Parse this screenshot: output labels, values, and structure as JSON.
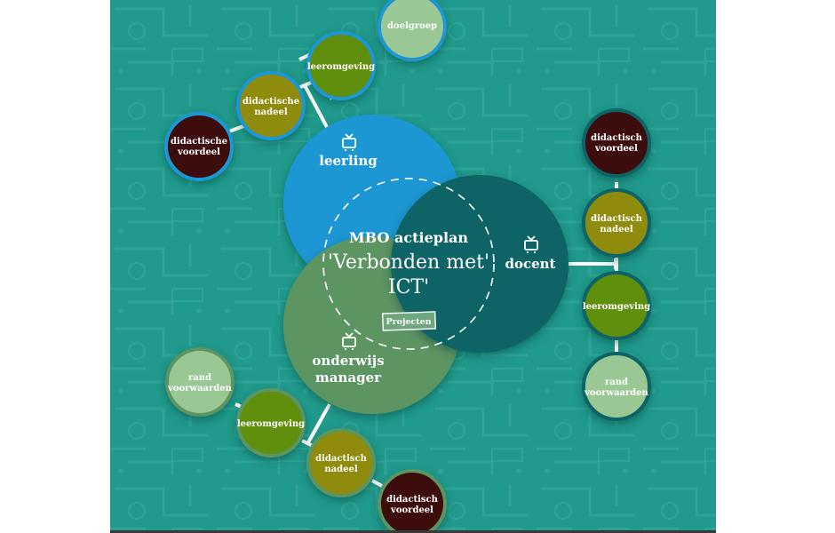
{
  "title": "MBO actieplan",
  "subtitle_line1": "'Verbonden met'",
  "subtitle_line2": "ICT'",
  "projects_button": "Projecten",
  "menu_icon": "hamburger-menu-icon",
  "roles": {
    "leerling": {
      "label": "leerling",
      "color": "#1b97d3",
      "nodes": {
        "doelgroep": "doelgroep",
        "leeromgeving": "leeromgeving",
        "didactische_nadeel": [
          "didactische",
          "nadeel"
        ],
        "didactische_voordeel": [
          "didactische",
          "voordeel"
        ]
      }
    },
    "docent": {
      "label": "docent",
      "color": "#0b6466",
      "nodes": {
        "didactisch_voordeel": [
          "didactisch",
          "voordeel"
        ],
        "didactisch_nadeel": [
          "didactisch",
          "nadeel"
        ],
        "leeromgeving": "leeromgeving",
        "rand_voorwaarden": [
          "rand",
          "voorwaarden"
        ]
      }
    },
    "manager": {
      "label_line1": "onderwijs",
      "label_line2": "manager",
      "color": "#5b9462",
      "nodes": {
        "rand_voorwaarden": [
          "rand",
          "voorwaarden"
        ],
        "leeromgeving": "leeromgeving",
        "didactisch_nadeel": [
          "didactisch",
          "nadeel"
        ],
        "didactisch_voordeel": [
          "didactisch",
          "voordeel"
        ]
      }
    }
  },
  "colors": {
    "background": "#1f9a8c",
    "voordeel": "#3d0a0e",
    "nadeel": "#8f8c0a",
    "leeromgeving": "#5e8f0d",
    "rand_voorwaarden": "#99c894",
    "doelgroep": "#99c894"
  },
  "icons": {
    "role_icon": "tv-icon"
  }
}
